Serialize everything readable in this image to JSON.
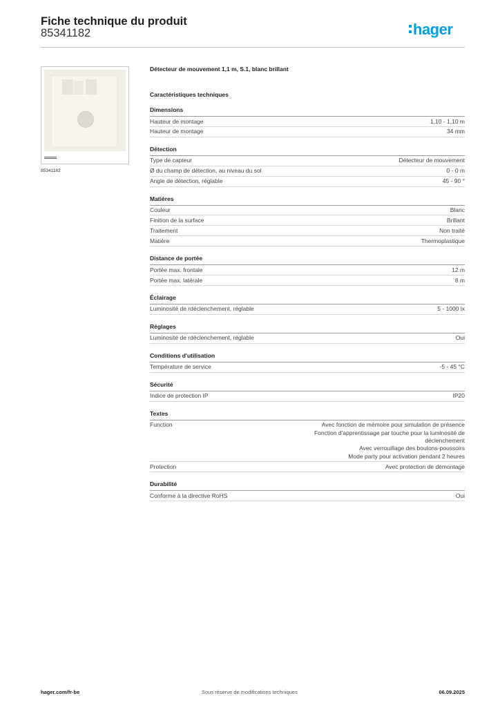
{
  "header": {
    "title": "Fiche technique du produit",
    "product_number": "85341182",
    "brand": "hager",
    "brand_color": "#00a0de"
  },
  "image": {
    "caption": "85341182"
  },
  "product": {
    "title": "Détecteur de mouvement 1,1 m, S.1, blanc brillant"
  },
  "tech_title": "Caractéristiques techniques",
  "sections": [
    {
      "title": "Dimensions",
      "rows": [
        {
          "label": "Hauteur de montage",
          "value": [
            "1,10 - 1,10 m"
          ]
        },
        {
          "label": "Hauteur de montage",
          "value": [
            "34 mm"
          ]
        }
      ]
    },
    {
      "title": "Détection",
      "rows": [
        {
          "label": "Type de capteur",
          "value": [
            "Détecteur de mouvement"
          ]
        },
        {
          "label": "Ø du champ de détection, au niveau du sol",
          "value": [
            "0 - 0 m"
          ]
        },
        {
          "label": "Angle de détection, réglable",
          "value": [
            "45 - 90 °"
          ]
        }
      ]
    },
    {
      "title": "Matières",
      "rows": [
        {
          "label": "Couleur",
          "value": [
            "Blanc"
          ]
        },
        {
          "label": "Finition de la surface",
          "value": [
            "Brillant"
          ]
        },
        {
          "label": "Traitement",
          "value": [
            "Non traité"
          ]
        },
        {
          "label": "Matière",
          "value": [
            "Thermoplastique"
          ]
        }
      ]
    },
    {
      "title": "Distance de portée",
      "rows": [
        {
          "label": "Portée max. frontale",
          "value": [
            "12 m"
          ]
        },
        {
          "label": "Portée max. latérale",
          "value": [
            "8 m"
          ]
        }
      ]
    },
    {
      "title": "Éclairage",
      "rows": [
        {
          "label": "Luminosité de rdéclenchement, réglable",
          "value": [
            "5 - 1000 lx"
          ]
        }
      ]
    },
    {
      "title": "Réglages",
      "rows": [
        {
          "label": "Luminosité de rdéclenchement, réglable",
          "value": [
            "Oui"
          ]
        }
      ]
    },
    {
      "title": "Conditions d'utilisation",
      "rows": [
        {
          "label": "Température de service",
          "value": [
            "-5 - 45 °C"
          ]
        }
      ]
    },
    {
      "title": "Sécurité",
      "rows": [
        {
          "label": "Indice de protection IP",
          "value": [
            "IP20"
          ]
        }
      ]
    },
    {
      "title": "Textes",
      "rows": [
        {
          "label": "Function",
          "value": [
            "Avec fonction de mémoire pour simulation de présence",
            "Fonction d'apprentissage par touche pour la luminosité de",
            "déclenchement",
            "Avec verrouillage des boutons-poussoirs",
            "Mode party pour activation pendant 2 heures"
          ]
        },
        {
          "label": "Protection",
          "value": [
            "Avec protection de démontage"
          ]
        }
      ]
    },
    {
      "title": "Durabilité",
      "rows": [
        {
          "label": "Conforme à la directive RoHS",
          "value": [
            "Oui"
          ]
        }
      ]
    }
  ],
  "footer": {
    "website": "hager.com/fr-be",
    "notice": "Sous réserve de modifications techniques",
    "date": "06.09.2025"
  }
}
